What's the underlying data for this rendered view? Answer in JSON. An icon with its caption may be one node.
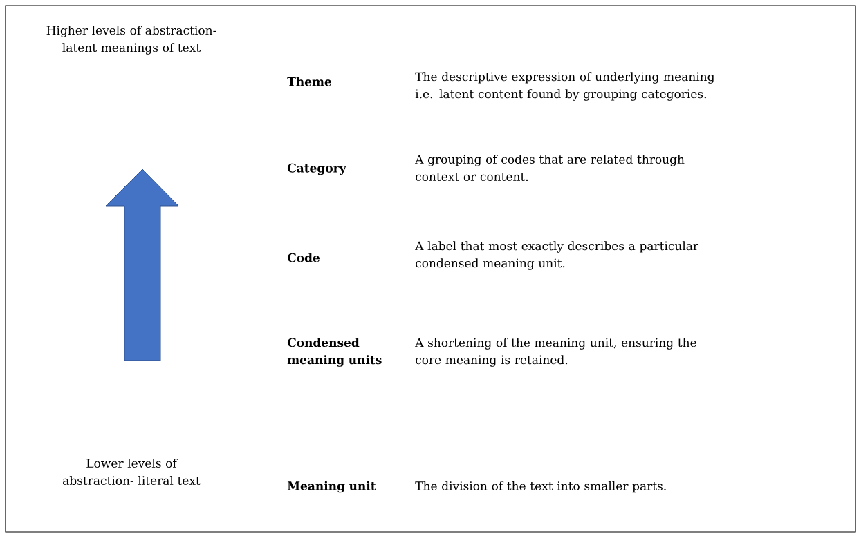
{
  "diagram": {
    "labels": [
      "Higher levels of abstraction- latent meanings of text",
      "Theme",
      "The descriptive expression of underlying meaning i.e. latent content found by grouping categories.",
      "Category",
      "A grouping of codes that are related through context or content.",
      "Code",
      "A label that most exactly describes a particular condensed meaning unit.",
      "Condensed meaning units",
      "A shortening of the meaning unit, ensuring the core meaning is retained.",
      "Lower levels of abstraction- literal text",
      "Meaning unit",
      "The division of the text into smaller parts."
    ]
  }
}
